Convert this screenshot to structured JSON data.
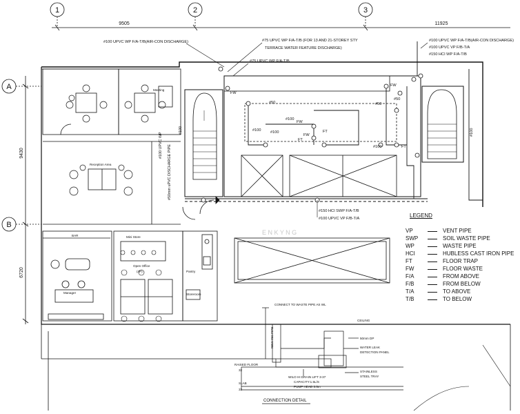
{
  "grid": {
    "markers": [
      "1",
      "2",
      "3",
      "A",
      "B"
    ],
    "dimensions": {
      "top_left": "9505",
      "top_right": "11925",
      "left_upper": "9430",
      "left_lower": "6720"
    }
  },
  "callouts": {
    "c1": "#100 UPVC WP F/A-T/B(AIR-CON DISCHARGE)",
    "c2a": "#75  UPVC WP F/A-T/B (FOR 13 AND 21-STOREY STY",
    "c2b": "TERRACE WATER FEATURE DISCHARGE)",
    "c3": "#75 UPVC WP F/A-T/B",
    "c4": "#100 UPVC WP F/A-T/B(AIR-CON DISCHARGE)",
    "c5": "#100 UPVC VP F/B-T/A",
    "c6": "#150 HCI WP F/A-T/B",
    "c7": "#150 HCI SWP F/A-T/B",
    "c8": "#100 UPVC VP F/B-T/A"
  },
  "vertical_labels": {
    "v1": "#100 UPVC WP",
    "v2": "#50mm uPVC DISCHARGE PIPE",
    "v3": "#100"
  },
  "pipe_tags": {
    "fw": "FW",
    "ft": "FT",
    "d100": "#100",
    "d50": "#50",
    "v100": "#100"
  },
  "rooms": {
    "meeting": "Meeting",
    "reception": "Reception Area",
    "bar": "BAR",
    "open_office": "Open Office",
    "open_office_sub": "(4P)",
    "pantry": "Pantry",
    "manager": "Manager",
    "storeroom": "Storeroom",
    "mini": "Mini Store"
  },
  "watermark": "E N K Y  N G",
  "legend": {
    "title": "LEGEND",
    "items": [
      {
        "abbr": "VP",
        "desc": "VENT PIPE"
      },
      {
        "abbr": "SWP",
        "desc": "SOIL WASTE PIPE"
      },
      {
        "abbr": "WP",
        "desc": "WASTE PIPE"
      },
      {
        "abbr": "HCI",
        "desc": "HUBLESS CAST IRON PIPE"
      },
      {
        "abbr": "FT",
        "desc": "FLOOR TRAP"
      },
      {
        "abbr": "FW",
        "desc": "FLOOR WASTE"
      },
      {
        "abbr": "F/A",
        "desc": "FROM ABOVE"
      },
      {
        "abbr": "F/B",
        "desc": "FROM BELOW"
      },
      {
        "abbr": "T/A",
        "desc": "TO ABOVE"
      },
      {
        "abbr": "T/B",
        "desc": "TO BELOW"
      }
    ]
  },
  "connection_detail": {
    "title": "CONNECTION DETAIL",
    "ceiling": "CEILING",
    "raised_floor": "RAISED FLOOR",
    "raised_floor_dim": "32",
    "slab": "SLAB",
    "slab_dim": "32",
    "connect_note": "CONNECT TO WASTE PIPE AS WL",
    "new_pipe": "NEW #50 PIPE",
    "dp": "50mm DP",
    "leak1": "WATER LEAK",
    "leak2": "DETECTION PANEL",
    "tray1": "STAINLESS",
    "tray2": "STEEL TRAY",
    "pump1": "WILO HI DRAIN LIFT 3-37",
    "pump2": "CAPACITY:1.5L/S",
    "pump3": "PUMP HEAD 3.5m"
  }
}
